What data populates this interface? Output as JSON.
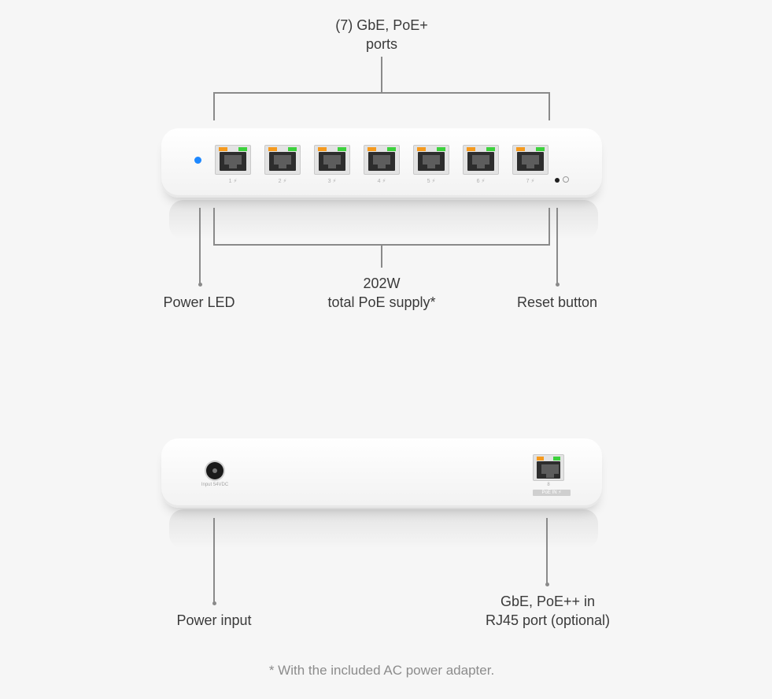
{
  "callouts": {
    "ports_line1": "(7) GbE, PoE+",
    "ports_line2": "ports",
    "poe_line1": "202W",
    "poe_line2": "total PoE supply*",
    "power_led": "Power LED",
    "reset_button": "Reset button",
    "power_input": "Power input",
    "uplink_line1": "GbE, PoE++ in",
    "uplink_line2": "RJ45 port (optional)"
  },
  "front_ports": [
    "1 ⚡",
    "2 ⚡",
    "3 ⚡",
    "4 ⚡",
    "5 ⚡",
    "6 ⚡",
    "7 ⚡"
  ],
  "rear": {
    "power_label": "Input 54VDC",
    "uplink_port_num": "8",
    "uplink_badge": "PoE IN ⚡"
  },
  "footnote": "* With the included AC power adapter.",
  "colors": {
    "power_led": "#1e88ff",
    "port_led_orange": "#f59a1e",
    "port_led_green": "#3cd13c",
    "callout_line": "#8a8a8a"
  }
}
